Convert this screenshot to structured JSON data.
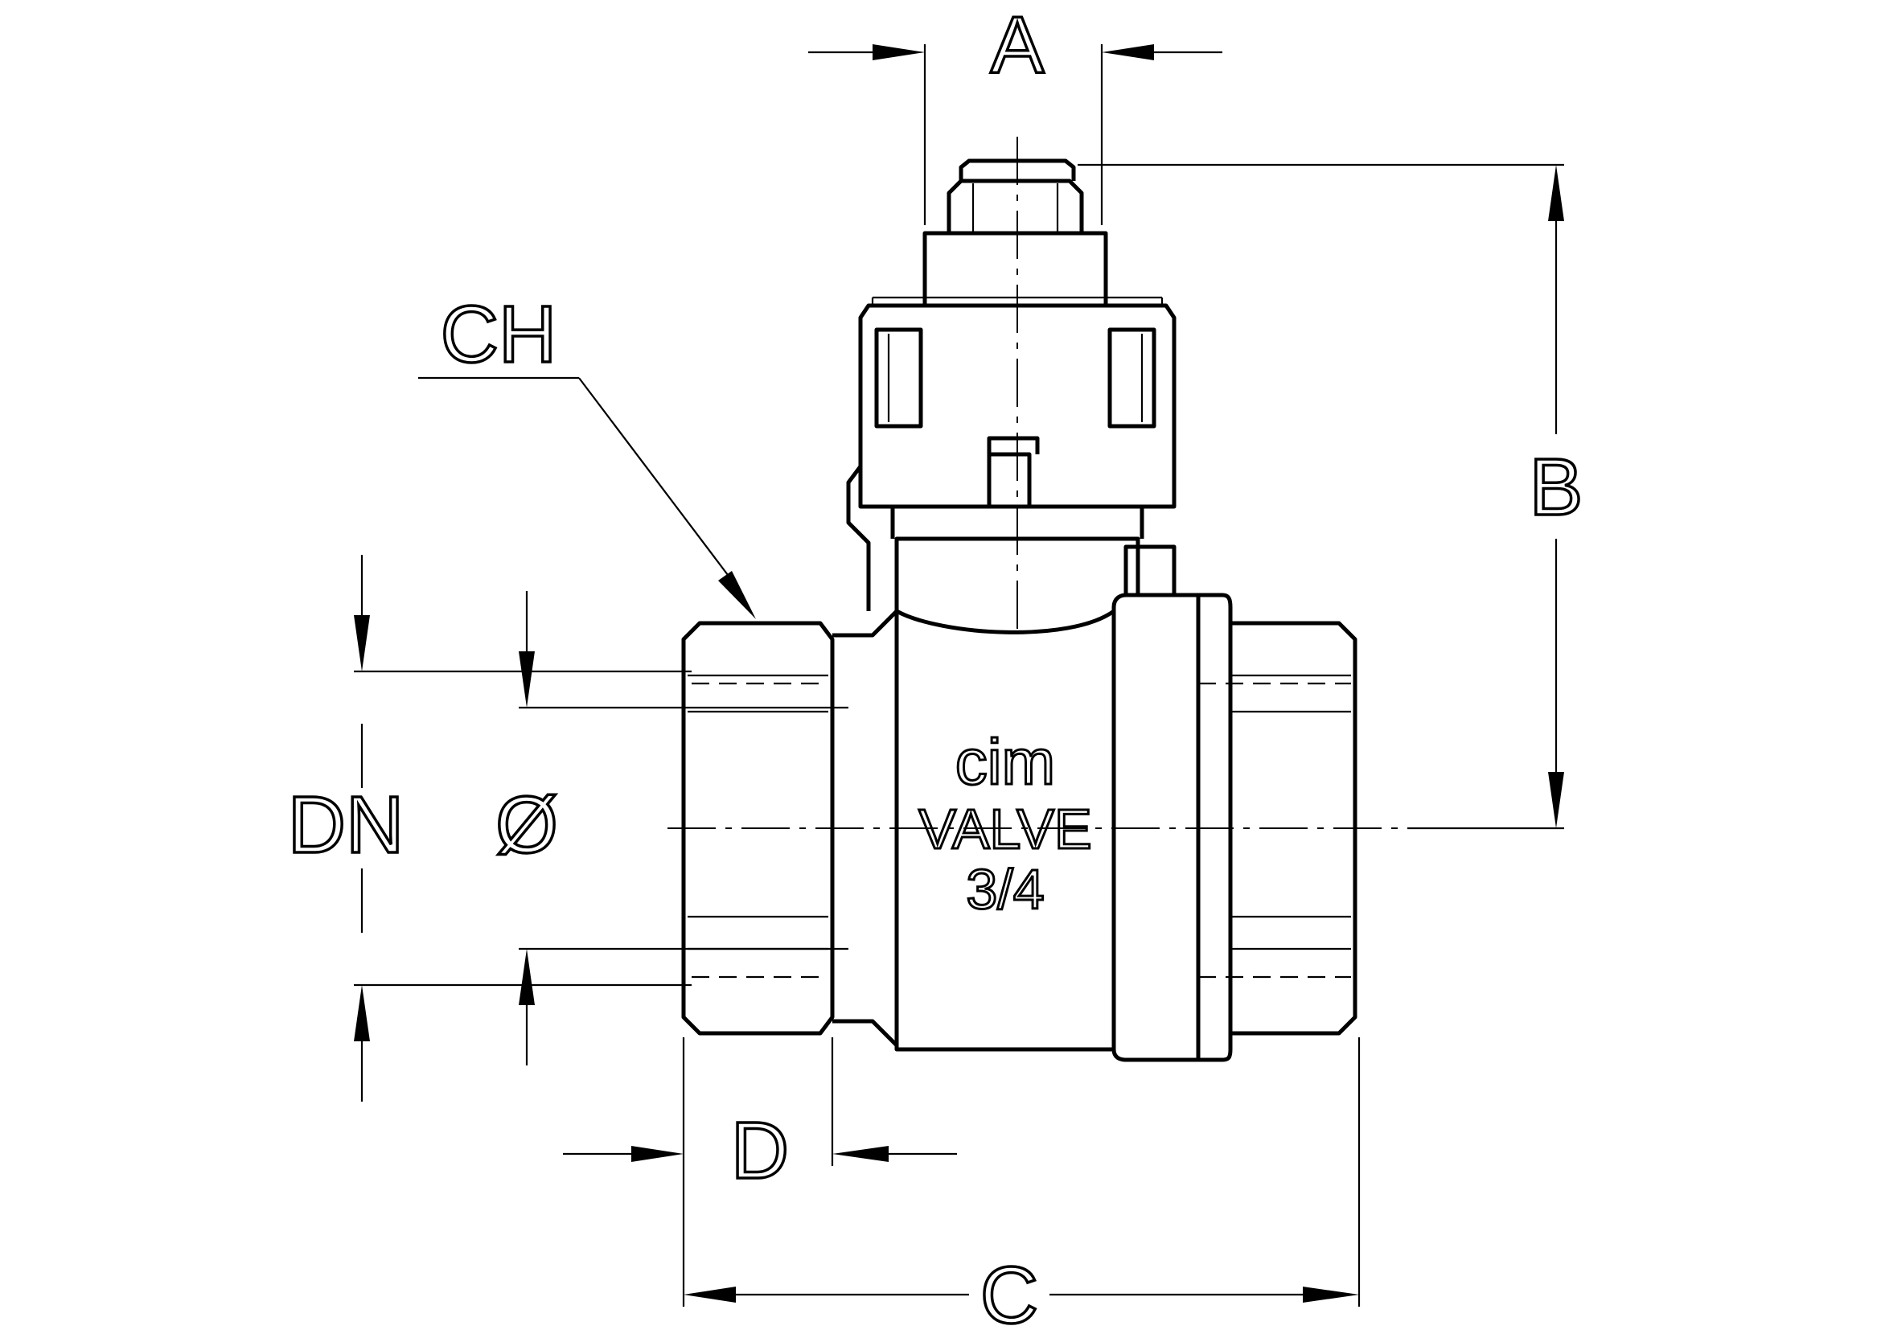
{
  "labels": {
    "a": "A",
    "b": "B",
    "c": "C",
    "d": "D",
    "ch": "CH",
    "dn": "DN",
    "diameter": "Ø"
  },
  "marking": {
    "brand": "cim",
    "line2": "VALVE",
    "size": "3/4"
  }
}
